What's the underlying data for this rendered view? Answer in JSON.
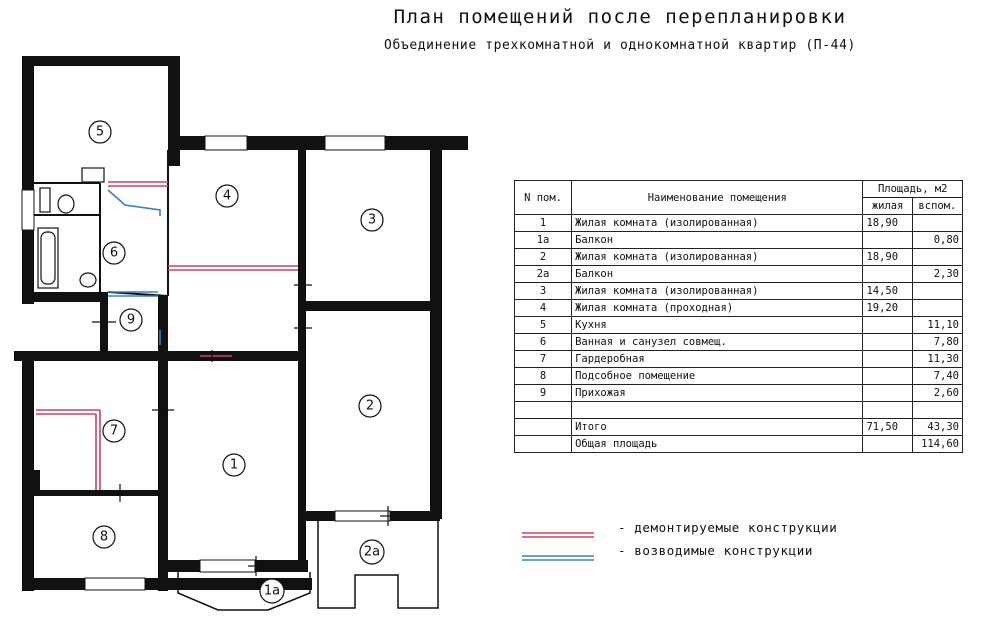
{
  "title": "План помещений после перепланировки",
  "subtitle": "Объединение трехкомнатной и однокомнатной квартир (П-44)",
  "rooms": {
    "r1": "1",
    "r1a": "1а",
    "r2": "2",
    "r2a": "2а",
    "r3": "3",
    "r4": "4",
    "r5": "5",
    "r6": "6",
    "r7": "7",
    "r8": "8",
    "r9": "9"
  },
  "table": {
    "col_num": "N пом.",
    "col_name": "Наименование помещения",
    "col_area": "Площадь, м2",
    "col_living": "жилая",
    "col_aux": "вспом.",
    "rows": [
      {
        "num": "1",
        "name": "Жилая комната (изолированная)",
        "living": "18,90",
        "aux": ""
      },
      {
        "num": "1а",
        "name": "Балкон",
        "living": "",
        "aux": "0,80"
      },
      {
        "num": "2",
        "name": "Жилая комната (изолированная)",
        "living": "18,90",
        "aux": ""
      },
      {
        "num": "2а",
        "name": "Балкон",
        "living": "",
        "aux": "2,30"
      },
      {
        "num": "3",
        "name": "Жилая комната (изолированная)",
        "living": "14,50",
        "aux": ""
      },
      {
        "num": "4",
        "name": "Жилая комната (проходная)",
        "living": "19,20",
        "aux": ""
      },
      {
        "num": "5",
        "name": "Кухня",
        "living": "",
        "aux": "11,10"
      },
      {
        "num": "6",
        "name": "Ванная  и санузел совмещ.",
        "living": "",
        "aux": "7,80"
      },
      {
        "num": "7",
        "name": "Гардеробная",
        "living": "",
        "aux": "11,30"
      },
      {
        "num": "8",
        "name": "Подсобное помещение",
        "living": "",
        "aux": "7,40"
      },
      {
        "num": "9",
        "name": "Прихожая",
        "living": "",
        "aux": "2,60"
      },
      {
        "num": "",
        "name": "",
        "living": "",
        "aux": ""
      },
      {
        "num": "",
        "name": "Итого",
        "living": "71,50",
        "aux": "43,30"
      },
      {
        "num": "",
        "name": "Общая площадь",
        "living": "",
        "aux": "114,60"
      }
    ]
  },
  "legend": {
    "demolished": "- демонтируемые конструкции",
    "erected": "- возводимые конструкции",
    "demolished_color": "#d0405a",
    "erected_color": "#3a7fc8"
  }
}
